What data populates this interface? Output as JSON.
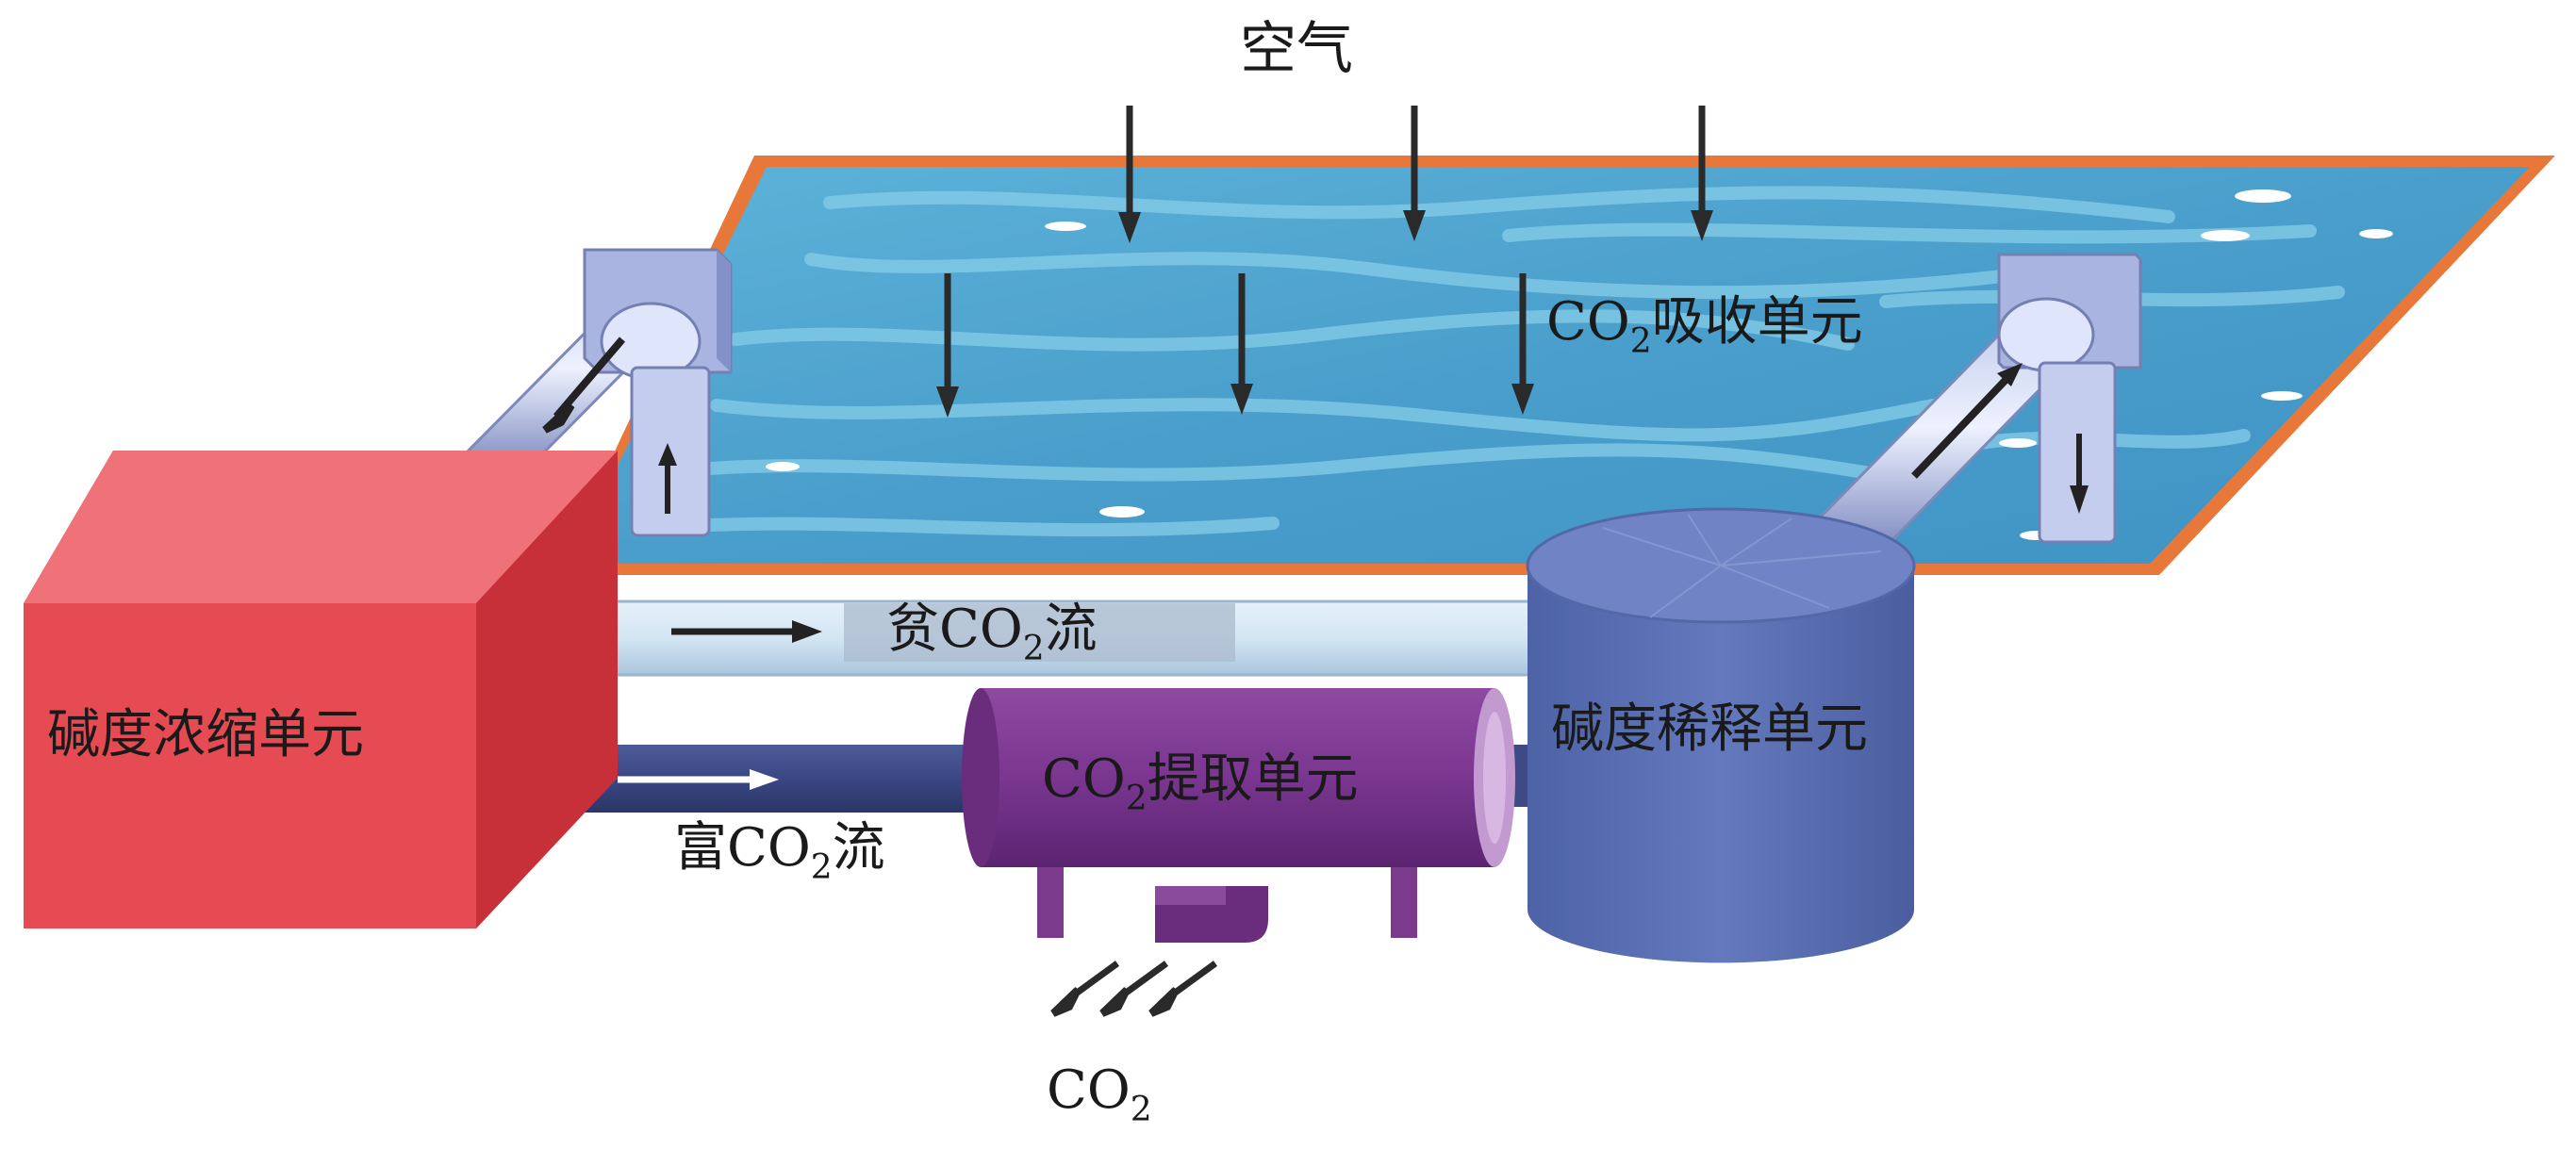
{
  "labels": {
    "air": "空气",
    "absorption_unit_pre": "CO",
    "absorption_unit_sub": "2",
    "absorption_unit_post": "吸收单元",
    "lean_stream_pre": "贫CO",
    "lean_stream_sub": "2",
    "lean_stream_post": "流",
    "concentration_unit": "碱度浓缩单元",
    "dilution_unit": "碱度稀释单元",
    "extraction_unit_pre": "CO",
    "extraction_unit_sub": "2",
    "extraction_unit_post": "提取单元",
    "rich_stream_pre": "富CO",
    "rich_stream_sub": "2",
    "rich_stream_post": "流",
    "co2_output_pre": "CO",
    "co2_output_sub": "2"
  },
  "colors": {
    "water": "#4fa3cd",
    "water_highlight": "#8fd0ea",
    "pool_border": "#e8773a",
    "concentration_unit": "#e64a52",
    "dilution_unit": "#5a70b0",
    "extraction_unit": "#7c3a8c",
    "lean_pipe": "#cfe2f0",
    "rich_pipe": "#3d4a86",
    "pipe_steel": "#9aa8d6"
  }
}
